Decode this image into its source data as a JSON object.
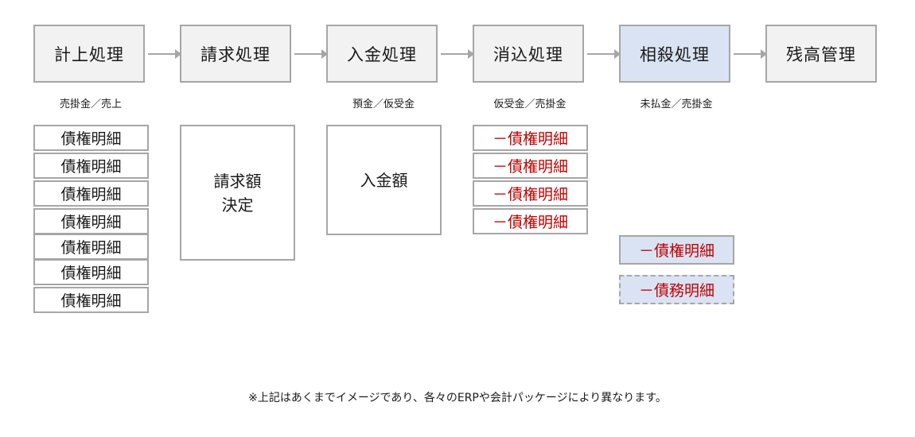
{
  "processes": [
    {
      "label": "計上処理"
    },
    {
      "label": "請求処理"
    },
    {
      "label": "入金処理"
    },
    {
      "label": "消込処理"
    },
    {
      "label": "相殺処理"
    },
    {
      "label": "残高管理"
    }
  ],
  "captions": {
    "keijo": "売掛金／売上",
    "nyukin": "預金／仮受金",
    "keshikomi": "仮受金／売掛金",
    "sosai": "未払金／売掛金"
  },
  "keijo_details": [
    "債権明細",
    "債権明細",
    "債権明細",
    "債権明細",
    "債権明細",
    "債権明細",
    "債権明細"
  ],
  "seikyu_box": "請求額\n決定",
  "nyukin_box": "入金額",
  "keshikomi_details": [
    "－債権明細",
    "－債権明細",
    "－債権明細",
    "－債権明細"
  ],
  "sosai_details": {
    "receivable": "－債権明細",
    "payable": "－債務明細"
  },
  "footnote": "※上記はあくまでイメージであり、各々のERPや会計パッケージにより異なります。",
  "colors": {
    "box_border": "#a6a6a6",
    "process_fill": "#f2f2f2",
    "highlight_fill": "#dae3f3",
    "negative_text": "#c00000"
  }
}
